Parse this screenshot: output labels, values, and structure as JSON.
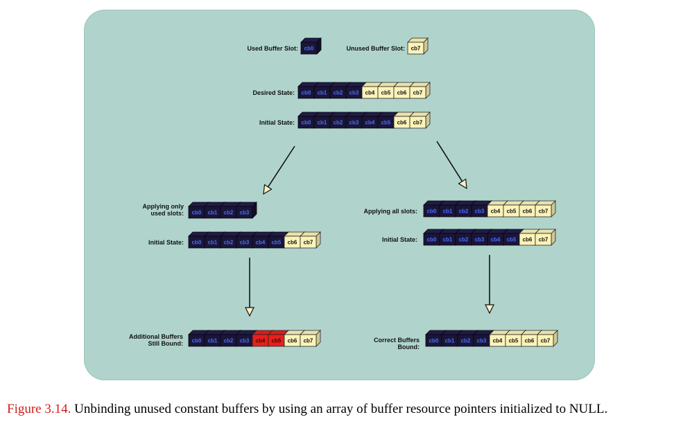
{
  "legend": {
    "used_label": "Used Buffer Slot:",
    "used_slot": "cb0",
    "unused_label": "Unused Buffer Slot:",
    "unused_slot": "cb7"
  },
  "top": {
    "desired_label": "Desired State:",
    "desired_slots": [
      "cb0",
      "cb1",
      "cb2",
      "cb3",
      "cb4",
      "cb5",
      "cb6",
      "cb7"
    ],
    "desired_states": [
      "used",
      "used",
      "used",
      "used",
      "unused",
      "unused",
      "unused",
      "unused"
    ],
    "initial_label": "Initial State:",
    "initial_slots": [
      "cb0",
      "cb1",
      "cb2",
      "cb3",
      "cb4",
      "cb5",
      "cb6",
      "cb7"
    ],
    "initial_states": [
      "used",
      "used",
      "used",
      "used",
      "used",
      "used",
      "unused",
      "unused"
    ]
  },
  "left": {
    "apply_label": [
      "Applying only",
      "used slots:"
    ],
    "apply_slots": [
      "cb0",
      "cb1",
      "cb2",
      "cb3"
    ],
    "apply_states": [
      "used",
      "used",
      "used",
      "used"
    ],
    "initial_label": "Initial State:",
    "initial_slots": [
      "cb0",
      "cb1",
      "cb2",
      "cb3",
      "cb4",
      "cb5",
      "cb6",
      "cb7"
    ],
    "initial_states": [
      "used",
      "used",
      "used",
      "used",
      "used",
      "used",
      "unused",
      "unused"
    ],
    "result_label": [
      "Additional Buffers",
      "Still Bound:"
    ],
    "result_slots": [
      "cb0",
      "cb1",
      "cb2",
      "cb3",
      "cb4",
      "cb5",
      "cb6",
      "cb7"
    ],
    "result_states": [
      "used",
      "used",
      "used",
      "used",
      "error",
      "error",
      "unused",
      "unused"
    ]
  },
  "right": {
    "apply_label": "Applying all slots:",
    "apply_slots": [
      "cb0",
      "cb1",
      "cb2",
      "cb3",
      "cb4",
      "cb5",
      "cb6",
      "cb7"
    ],
    "apply_states": [
      "used",
      "used",
      "used",
      "used",
      "unused",
      "unused",
      "unused",
      "unused"
    ],
    "initial_label": "Initial State:",
    "initial_slots": [
      "cb0",
      "cb1",
      "cb2",
      "cb3",
      "cb4",
      "cb5",
      "cb6",
      "cb7"
    ],
    "initial_states": [
      "used",
      "used",
      "used",
      "used",
      "used",
      "used",
      "unused",
      "unused"
    ],
    "result_label": [
      "Correct Buffers",
      "Bound:"
    ],
    "result_slots": [
      "cb0",
      "cb1",
      "cb2",
      "cb3",
      "cb4",
      "cb5",
      "cb6",
      "cb7"
    ],
    "result_states": [
      "used",
      "used",
      "used",
      "used",
      "unused",
      "unused",
      "unused",
      "unused"
    ]
  },
  "colors": {
    "used": "#1a1638",
    "used_text": "#4a6cff",
    "unused": "#fbf3b8",
    "unused_text": "#111111",
    "error": "#e8201c",
    "panel": "#b0d4cc",
    "figure_label": "#d41a1a"
  },
  "caption": {
    "figure": "Figure 3.14.",
    "text": " Unbinding unused constant buffers by using an array of buffer resource pointers initialized to NULL."
  }
}
